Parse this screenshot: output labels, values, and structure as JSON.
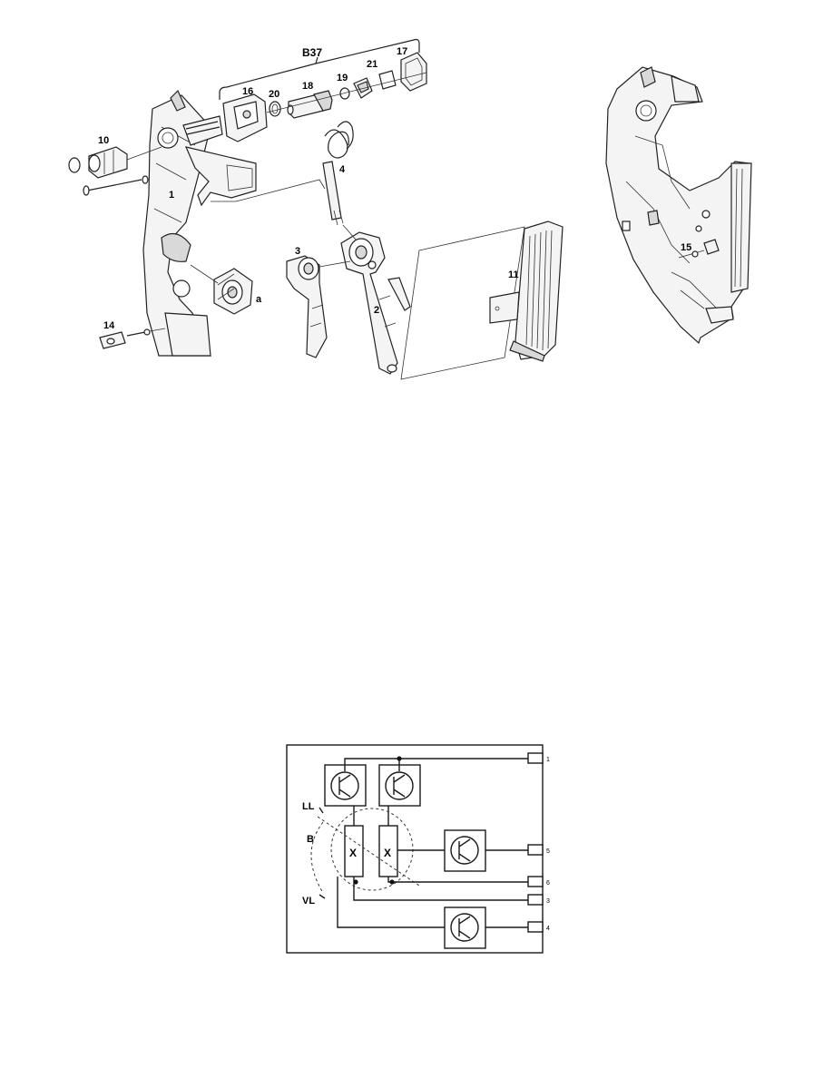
{
  "exploded_view": {
    "group_label": "B37",
    "callouts": {
      "p1": "1",
      "p2": "2",
      "p3": "3",
      "p4": "4",
      "p10": "10",
      "p11": "11",
      "p14": "14",
      "p15": "15",
      "p16": "16",
      "p17": "17",
      "p18": "18",
      "p19": "19",
      "p20": "20",
      "p21": "21",
      "pa": "a"
    }
  },
  "schematic": {
    "labels": {
      "ll": "LL",
      "b": "B",
      "vl": "VL",
      "hall_left": "X",
      "hall_right": "X"
    },
    "pins": [
      "1",
      "5",
      "6",
      "3",
      "4"
    ]
  }
}
